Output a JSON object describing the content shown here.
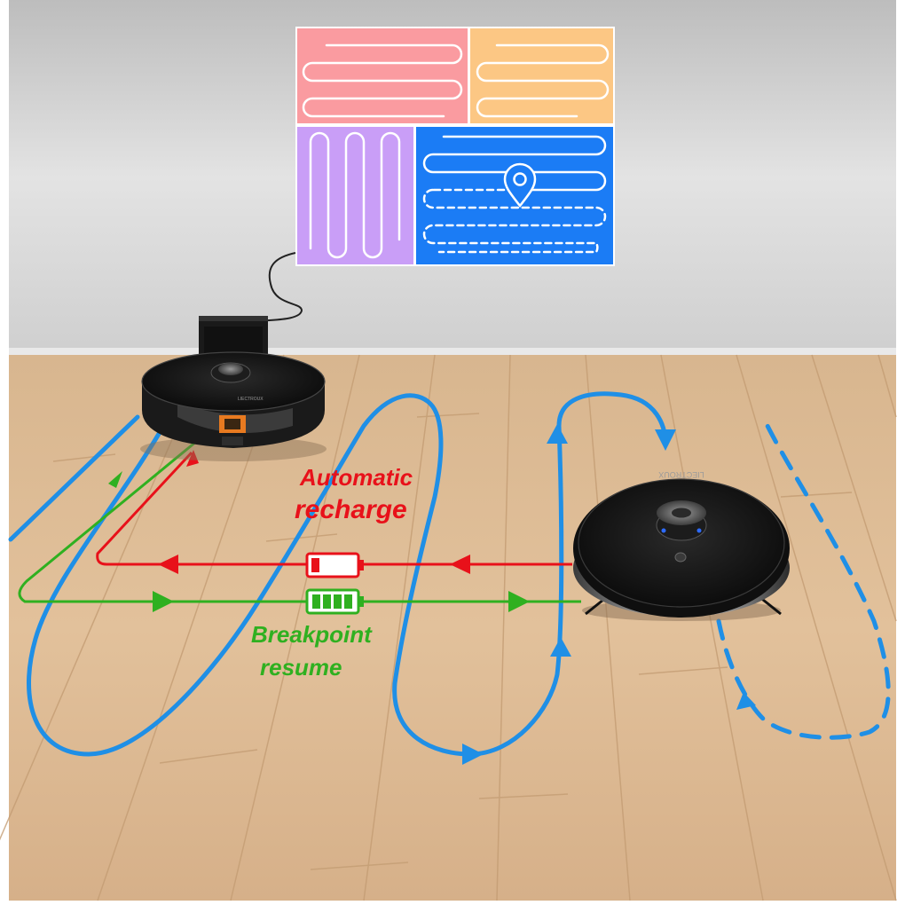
{
  "colors": {
    "recharge": "#e8111a",
    "resume": "#2fb020",
    "path": "#1f8fe6",
    "zone_1": "#fa9ba0",
    "zone_2": "#fcc784",
    "zone_3": "#c99ef7",
    "zone_4": "#1b7cf5",
    "wall": "#d3d3d3",
    "floor": "#d7b48f"
  },
  "labels": {
    "recharge_line1": "Automatic",
    "recharge_line2": "recharge",
    "resume_line1": "Breakpoint",
    "resume_line2": "resume"
  },
  "robot_brand": "LIECTROUX",
  "icons": [
    "location-pin-icon",
    "battery-low-icon",
    "battery-full-icon",
    "charging-dock-icon"
  ]
}
